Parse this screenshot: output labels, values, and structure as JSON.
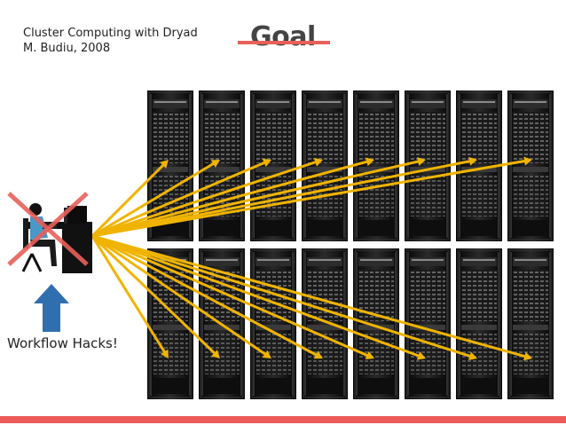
{
  "slide": {
    "credit_line1": "Cluster Computing with Dryad",
    "credit_line2": "M. Budiu, 2008",
    "title": "Goal",
    "title_struck": true,
    "caption": "Workflow Hacks!",
    "user_crossed_out": true
  },
  "cluster": {
    "rows": 2,
    "racks_per_row": 8,
    "total_racks": 16,
    "arrow_count": 16
  },
  "icons": {
    "user": "person-at-computer-icon",
    "arrow": "up-arrow-icon",
    "rack": "server-rack-icon",
    "cross": "red-x-icon"
  },
  "colors": {
    "arrow": "#f0b400",
    "accent": "#ec5b57",
    "strike": "#e8605a",
    "up_arrow": "#2f6fb0",
    "rack": "#141414"
  }
}
